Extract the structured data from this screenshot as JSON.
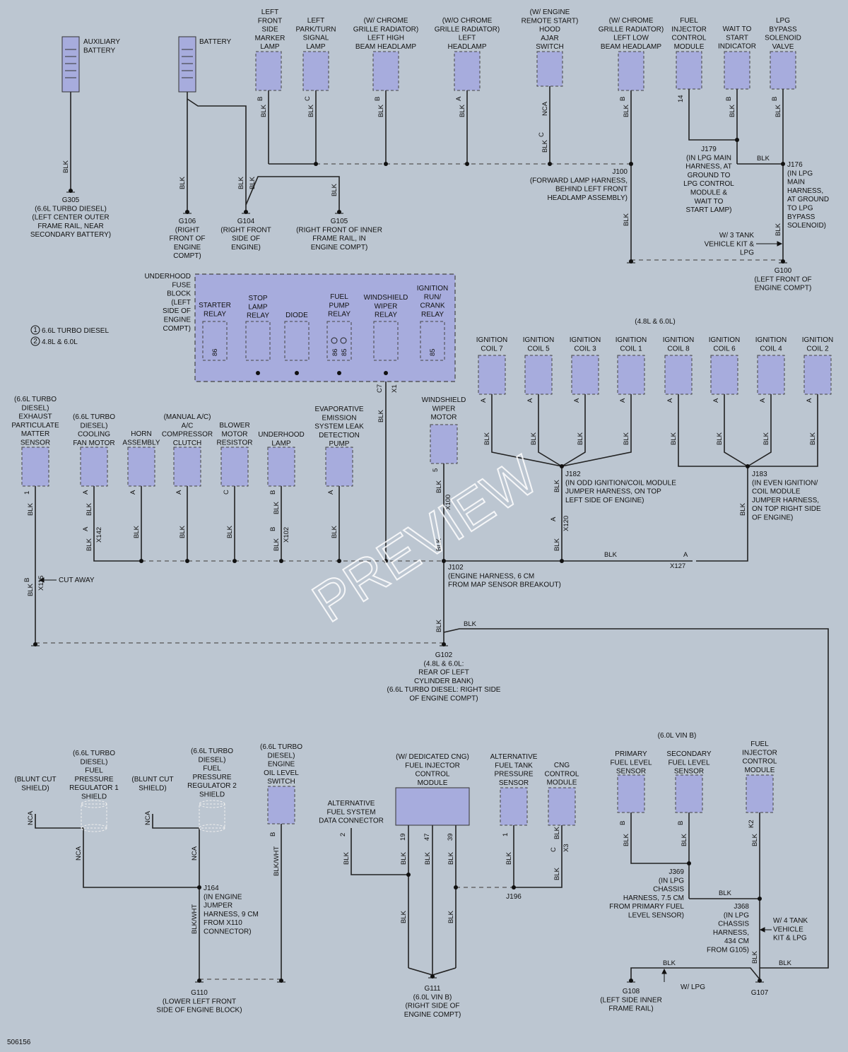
{
  "diagram_code": "506156",
  "watermark": "PREVIEW",
  "legend": [
    {
      "num": "1",
      "label": "6.6L TURBO DIESEL"
    },
    {
      "num": "2",
      "label": "4.8L & 6.0L"
    }
  ],
  "wire": {
    "blk": "BLK",
    "blkwht": "BLK/WHT",
    "nca": "NCA"
  },
  "labels": {
    "aux_battery": [
      "AUXILIARY",
      "BATTERY"
    ],
    "battery": [
      "BATTERY"
    ],
    "g305": [
      "G305",
      "(6.6L TURBO DIESEL)",
      "(LEFT CENTER OUTER",
      "FRAME RAIL, NEAR",
      "SECONDARY BATTERY)"
    ],
    "g106": [
      "G106",
      "(RIGHT",
      "FRONT OF",
      "ENGINE",
      "COMPT)"
    ],
    "g104": [
      "G104",
      "(RIGHT FRONT",
      "SIDE OF",
      "ENGINE)"
    ],
    "g105": [
      "G105",
      "(RIGHT FRONT OF INNER",
      "FRAME RAIL, IN",
      "ENGINE COMPT)"
    ],
    "top_comps": [
      [
        "LEFT",
        "FRONT",
        "SIDE",
        "MARKER",
        "LAMP"
      ],
      [
        "LEFT",
        "PARK/TURN",
        "SIGNAL",
        "LAMP"
      ],
      [
        "(W/ CHROME",
        "GRILLE RADIATOR)",
        "LEFT HIGH",
        "BEAM HEADLAMP"
      ],
      [
        "(W/O CHROME",
        "GRILLE RADIATOR)",
        "LEFT",
        "HEADLAMP"
      ],
      [
        "(W/ ENGINE",
        "REMOTE START)",
        "HOOD",
        "AJAR",
        "SWITCH"
      ],
      [
        "(W/ CHROME",
        "GRILLE RADIATOR)",
        "LEFT LOW",
        "BEAM HEADLAMP"
      ],
      [
        "FUEL",
        "INJECTOR",
        "CONTROL",
        "MODULE"
      ],
      [
        "WAIT TO",
        "START",
        "INDICATOR"
      ],
      [
        "LPG",
        "BYPASS",
        "SOLENOID",
        "VALVE"
      ]
    ],
    "j100": [
      "J100",
      "(FORWARD LAMP HARNESS,",
      "BEHIND LEFT FRONT",
      "HEADLAMP ASSEMBLY)"
    ],
    "j179": [
      "J179",
      "(IN LPG MAIN",
      "HARNESS, AT",
      "GROUND TO",
      "LPG CONTROL",
      "MODULE &",
      "WAIT TO",
      "START LAMP)"
    ],
    "j176": [
      "J176",
      "(IN LPG",
      "MAIN",
      "HARNESS,",
      "AT GROUND",
      "TO LPG",
      "BYPASS",
      "SOLENOID)"
    ],
    "w3tank": [
      "W/ 3 TANK",
      "VEHICLE KIT &",
      "LPG"
    ],
    "g100": [
      "G100",
      "(LEFT FRONT OF",
      "ENGINE COMPT)"
    ],
    "fuse_block": [
      "UNDERHOOD",
      "FUSE",
      "BLOCK",
      "(LEFT",
      "SIDE OF",
      "ENGINE",
      "COMPT)"
    ],
    "relays": [
      [
        "STARTER",
        "RELAY"
      ],
      [
        "STOP",
        "LAMP",
        "RELAY"
      ],
      [
        "DIODE"
      ],
      [
        "FUEL",
        "PUMP",
        "RELAY"
      ],
      [
        "WINDSHIELD",
        "WIPER",
        "RELAY"
      ],
      [
        "IGNITION",
        "RUN/",
        "CRANK",
        "RELAY"
      ]
    ],
    "coil_group": "(4.8L & 6.0L)",
    "coils": [
      [
        "IGNITION",
        "COIL 7"
      ],
      [
        "IGNITION",
        "COIL 5"
      ],
      [
        "IGNITION",
        "COIL 3"
      ],
      [
        "IGNITION",
        "COIL 1"
      ],
      [
        "IGNITION",
        "COIL 8"
      ],
      [
        "IGNITION",
        "COIL 6"
      ],
      [
        "IGNITION",
        "COIL 4"
      ],
      [
        "IGNITION",
        "COIL 2"
      ]
    ],
    "j182": [
      "J182",
      "(IN ODD IGNITION/COIL MODULE",
      "JUMPER HARNESS, ON TOP",
      "LEFT SIDE OF ENGINE)"
    ],
    "j183": [
      "J183",
      "(IN EVEN IGNITION/",
      "COIL MODULE",
      "JUMPER HARNESS,",
      "ON TOP RIGHT SIDE",
      "OF ENGINE)"
    ],
    "mid_comps": [
      [
        "(6.6L TURBO",
        "DIESEL)",
        "EXHAUST",
        "PARTICULATE",
        "MATTER",
        "SENSOR"
      ],
      [
        "(6.6L TURBO",
        "DIESEL)",
        "COOLING",
        "FAN MOTOR"
      ],
      [
        "HORN",
        "ASSEMBLY"
      ],
      [
        "(MANUAL A/C)",
        "A/C",
        "COMPRESSOR",
        "CLUTCH"
      ],
      [
        "BLOWER",
        "MOTOR",
        "RESISTOR"
      ],
      [
        "UNDERHOOD",
        "LAMP"
      ],
      [
        "EVAPORATIVE",
        "EMISSION",
        "SYSTEM LEAK",
        "DETECTION",
        "PUMP"
      ],
      [
        "WINDSHIELD",
        "WIPER",
        "MOTOR"
      ]
    ],
    "cut_away": "CUT AWAY",
    "j102": [
      "J102",
      "(ENGINE HARNESS, 6 CM",
      "FROM MAP SENSOR BREAKOUT)"
    ],
    "g102": [
      "G102",
      "(4.8L & 6.0L:",
      "REAR OF LEFT",
      "CYLINDER BANK)",
      "(6.6L TURBO DIESEL: RIGHT SIDE",
      "OF ENGINE COMPT)"
    ],
    "blunt_cut": [
      "(BLUNT CUT",
      "SHIELD)"
    ],
    "fpr1": [
      "(6.6L TURBO",
      "DIESEL)",
      "FUEL",
      "PRESSURE",
      "REGULATOR 1",
      "SHIELD"
    ],
    "fpr2": [
      "(6.6L TURBO",
      "DIESEL)",
      "FUEL",
      "PRESSURE",
      "REGULATOR 2",
      "SHIELD"
    ],
    "oil_switch": [
      "(6.6L TURBO",
      "DIESEL)",
      "ENGINE",
      "OIL LEVEL",
      "SWITCH"
    ],
    "j164": [
      "J164",
      "(IN ENGINE",
      "JUMPER",
      "HARNESS, 9 CM",
      "FROM X110",
      "CONNECTOR)"
    ],
    "g110": [
      "G110",
      "(LOWER LEFT FRONT",
      "SIDE OF ENGINE BLOCK)"
    ],
    "alt_dlc": [
      "ALTERNATIVE",
      "FUEL SYSTEM",
      "DATA CONNECTOR"
    ],
    "cng_ficm": [
      "(W/ DEDICATED CNG)",
      "FUEL INJECTOR",
      "CONTROL",
      "MODULE"
    ],
    "alt_tank": [
      "ALTERNATIVE",
      "FUEL TANK",
      "PRESSURE",
      "SENSOR"
    ],
    "cng_mod": [
      "CNG",
      "CONTROL",
      "MODULE"
    ],
    "j196": "J196",
    "g111": [
      "G111",
      "(6.0L VIN B)",
      "(RIGHT SIDE OF",
      "ENGINE COMPT)"
    ],
    "vinb": "(6.0L VIN B)",
    "pfls": [
      "PRIMARY",
      "FUEL LEVEL",
      "SENSOR"
    ],
    "sfls": [
      "SECONDARY",
      "FUEL LEVEL",
      "SENSOR"
    ],
    "ficm2": [
      "FUEL",
      "INJECTOR",
      "CONTROL",
      "MODULE"
    ],
    "j369": [
      "J369",
      "(IN LPG",
      "CHASSIS",
      "HARNESS, 7.5 CM",
      "FROM PRIMARY FUEL",
      "LEVEL SENSOR)"
    ],
    "j368": [
      "J368",
      "(IN LPG",
      "CHASSIS",
      "HARNESS,",
      "434 CM",
      "FROM G105)"
    ],
    "w4tank": [
      "W/ 4 TANK",
      "VEHICLE",
      "KIT & LPG"
    ],
    "wlpg": "W/ LPG",
    "g108": [
      "G108",
      "(LEFT SIDE INNER",
      "FRAME RAIL)"
    ],
    "g107": "G107"
  },
  "pins": {
    "b": "B",
    "c": "C",
    "a": "A",
    "nca": "NCA",
    "14": "14",
    "86": "86",
    "85": "85",
    "c7": "C7",
    "x1": "X1",
    "5": "5",
    "1": "1",
    "2": "2",
    "19": "19",
    "47": "47",
    "39": "39",
    "k2": "K2"
  },
  "connectors": {
    "x142": "X142",
    "x102": "X102",
    "x115": "X115",
    "x100": "X100",
    "x120": "X120",
    "x127": "X127",
    "x3": "X3"
  }
}
